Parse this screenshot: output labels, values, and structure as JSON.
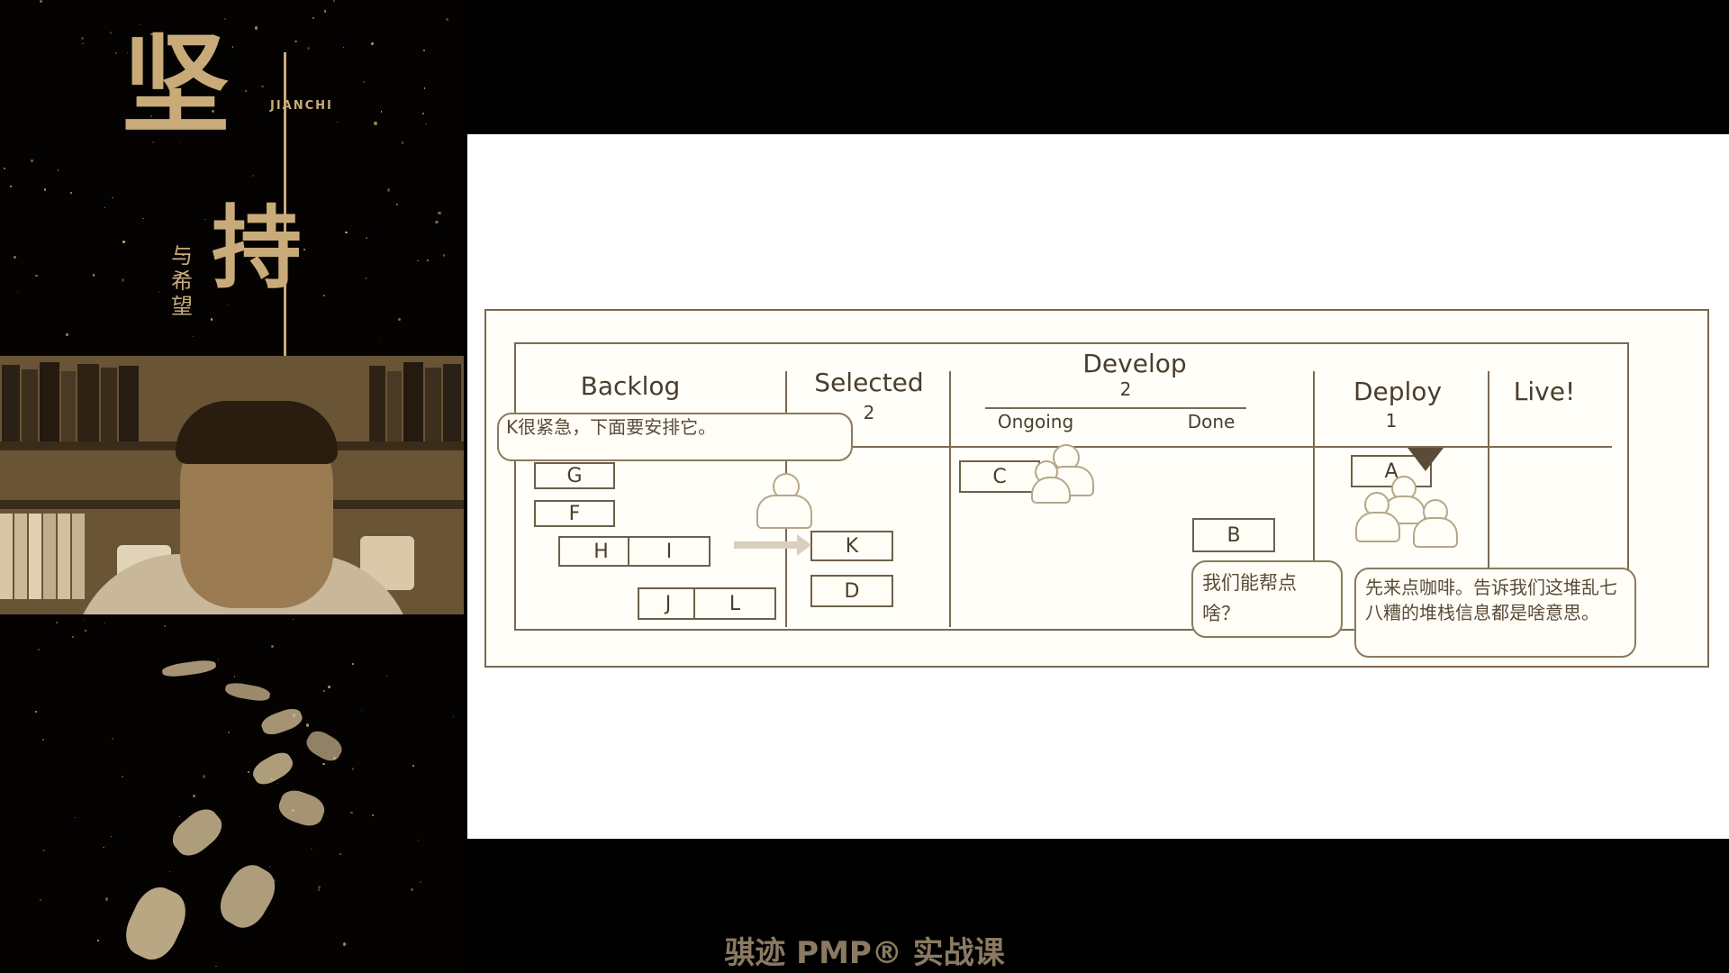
{
  "left_panel": {
    "title_char_1": "坚",
    "title_char_2": "持",
    "subtitle": "与希望",
    "vertical_word": "JIANCHI"
  },
  "slide": {
    "columns": [
      {
        "name": "Backlog",
        "limit": ""
      },
      {
        "name": "Selected",
        "limit": "2"
      },
      {
        "name": "Develop",
        "limit": "2"
      },
      {
        "name": "Deploy",
        "limit": "1"
      },
      {
        "name": "Live!",
        "limit": ""
      }
    ],
    "develop_sub": {
      "ongoing": "Ongoing",
      "done": "Done"
    },
    "cards": {
      "G": "G",
      "F": "F",
      "H": "H",
      "I": "I",
      "J": "J",
      "L": "L",
      "K": "K",
      "D": "D",
      "C": "C",
      "B": "B",
      "A": "A"
    },
    "bubbles": {
      "k_urgent": "K很紧急，下面要安排它。",
      "can_we_help": "我们能帮点啥？",
      "coffee": "先来点咖啡。告诉我们这堆乱七八糟的堆栈信息都是啥意思。"
    }
  },
  "caption": "骐迹 PMP® 实战课"
}
